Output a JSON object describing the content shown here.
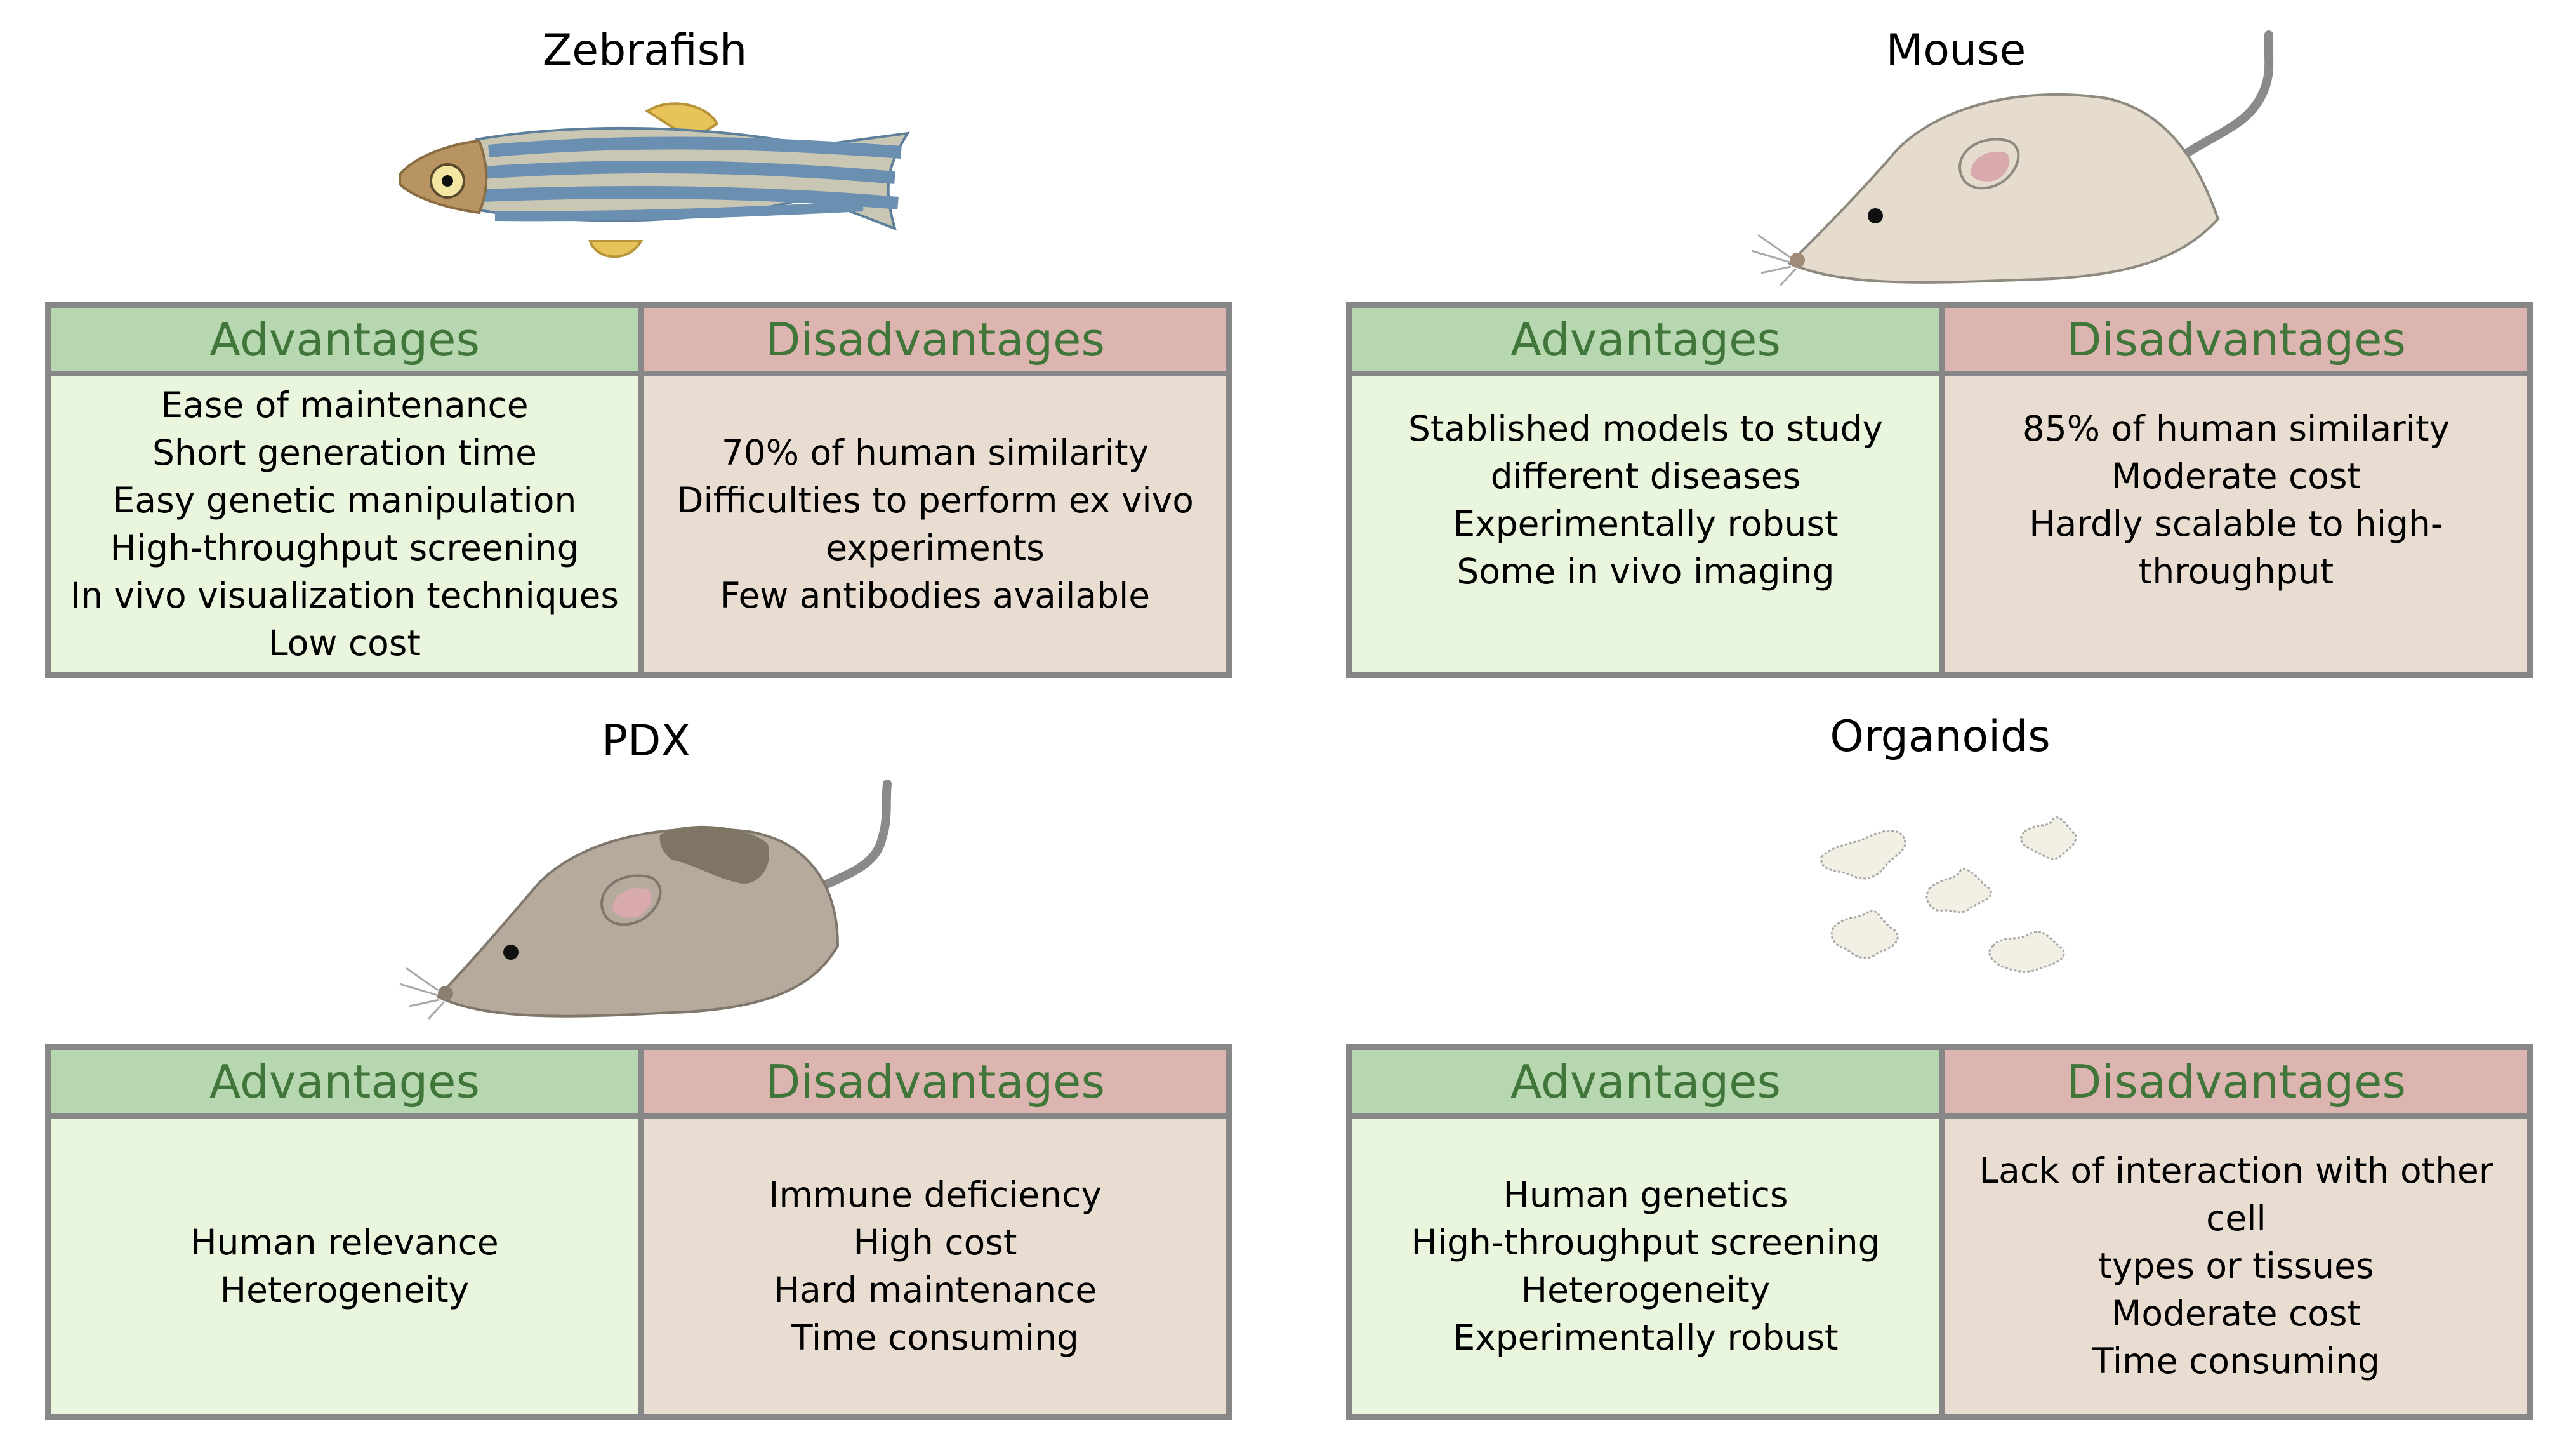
{
  "panels": {
    "zebrafish": {
      "title": "Zebrafish",
      "advantages_label": "Advantages",
      "disadvantages_label": "Disadvantages",
      "advantages": [
        "Ease of maintenance",
        "Short generation time",
        "Easy genetic manipulation",
        "High-throughput screening",
        "In vivo visualization techniques",
        "Low cost"
      ],
      "disadvantages": [
        "70% of human similarity",
        "Difficulties to perform ex vivo",
        "experiments",
        "Few antibodies available"
      ]
    },
    "mouse": {
      "title": "Mouse",
      "advantages_label": "Advantages",
      "disadvantages_label": "Disadvantages",
      "advantages": [
        "Stablished models to study",
        "different diseases",
        "Experimentally robust",
        "Some in vivo imaging"
      ],
      "disadvantages": [
        "85% of human similarity",
        "Moderate cost",
        "Hardly scalable to high-",
        "throughput"
      ]
    },
    "pdx": {
      "title": "PDX",
      "advantages_label": "Advantages",
      "disadvantages_label": "Disadvantages",
      "advantages": [
        "Human relevance",
        "Heterogeneity"
      ],
      "disadvantages": [
        "Immune deficiency",
        "High cost",
        "Hard maintenance",
        "Time consuming"
      ]
    },
    "organoids": {
      "title": "Organoids",
      "advantages_label": "Advantages",
      "disadvantages_label": "Disadvantages",
      "advantages": [
        "Human genetics",
        "High-throughput screening",
        "Heterogeneity",
        "Experimentally robust"
      ],
      "disadvantages": [
        "Lack of interaction with other cell",
        "types or tissues",
        "Moderate cost",
        "Time consuming"
      ]
    }
  },
  "colors": {
    "advantages_header": "#b7d7b1",
    "disadvantages_header": "#dcb4b0",
    "advantages_body": "#eaf5dd",
    "disadvantages_body": "#e8ddd0",
    "header_text": "#40763a",
    "border": "#878787"
  },
  "icons": [
    "zebrafish-illustration",
    "mouse-illustration",
    "pdx-mouse-illustration",
    "organoids-illustration"
  ]
}
